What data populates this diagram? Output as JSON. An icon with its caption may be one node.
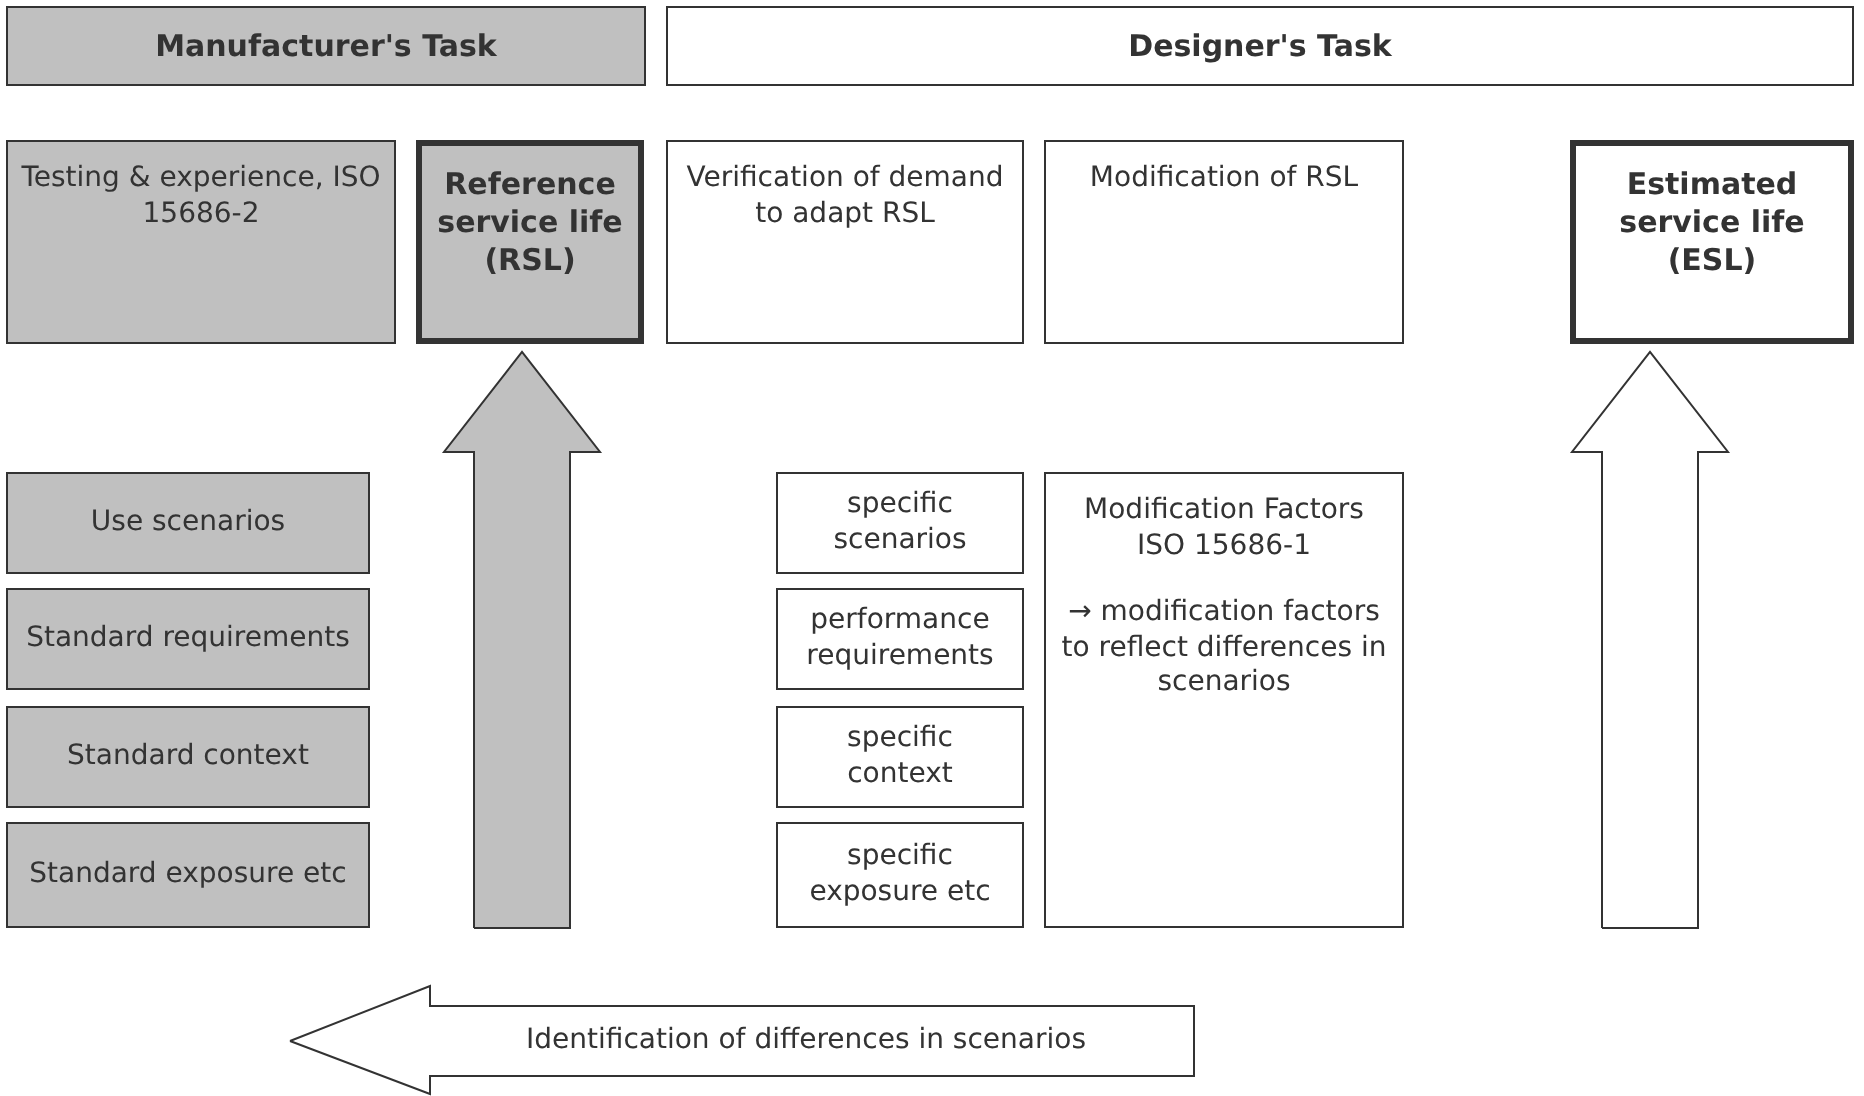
{
  "diagram": {
    "nodes": [
      {
        "text": [
          "Manufacturer's Task"
        ]
      },
      {
        "text": [
          "Designer's Task"
        ]
      },
      {
        "text": [
          "Testing & experience, ISO 15686-2"
        ]
      },
      {
        "text": [
          "Reference service life (RSL)"
        ]
      },
      {
        "text": [
          "Verification of demand to adapt RSL"
        ]
      },
      {
        "text": [
          "Modification of RSL"
        ]
      },
      {
        "text": [
          "Estimated service life (ESL)"
        ]
      },
      {
        "text": [
          "Use scenarios"
        ]
      },
      {
        "text": [
          "Standard requirements"
        ]
      },
      {
        "text": [
          "Standard context"
        ]
      },
      {
        "text": [
          "Standard exposure etc"
        ]
      },
      {
        "text": [
          "specific scenarios"
        ]
      },
      {
        "text": [
          "performance requirements"
        ]
      },
      {
        "text": [
          "specific context"
        ]
      },
      {
        "text": [
          "specific exposure etc"
        ]
      },
      {
        "text": [
          "Modification Factors ISO 15686-1",
          "→ modification factors to reflect differences in scenarios"
        ]
      },
      {
        "text": [
          "Identification of differences in scenarios"
        ]
      }
    ],
    "edges": [
      {
        "from": null,
        "to": 3,
        "arrow": "to",
        "style": "thick",
        "color": "#c0c0c0"
      },
      {
        "from": null,
        "to": 6,
        "arrow": "to",
        "style": "thick",
        "color": "#ffffff"
      }
    ]
  }
}
